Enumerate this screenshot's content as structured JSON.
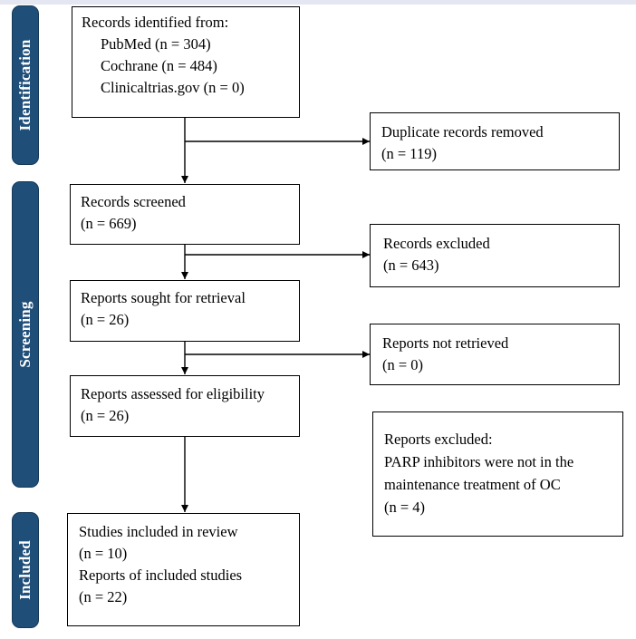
{
  "phases": {
    "identification": "Identification",
    "screening": "Screening",
    "included": "Included"
  },
  "boxes": {
    "identified": {
      "heading": "Records identified from:",
      "lines": [
        "PubMed (n = 304)",
        "Cochrane (n = 484)",
        "Clinicaltrias.gov (n = 0)"
      ]
    },
    "duplicates": {
      "lines": [
        "Duplicate records removed",
        "(n = 119)"
      ]
    },
    "screened": {
      "lines": [
        "Records screened",
        "(n = 669)"
      ]
    },
    "excluded": {
      "lines": [
        "Records excluded",
        "(n = 643)"
      ]
    },
    "sought": {
      "lines": [
        "Reports sought for retrieval",
        "(n = 26)"
      ]
    },
    "not_retrieved": {
      "lines": [
        "Reports not retrieved",
        "(n = 0)"
      ]
    },
    "assessed": {
      "lines": [
        "Reports assessed for eligibility",
        "(n = 26)"
      ]
    },
    "reports_excluded": {
      "lines": [
        "Reports excluded:",
        "PARP inhibitors were not in the",
        "maintenance treatment of OC",
        "(n = 4)"
      ]
    },
    "included": {
      "lines": [
        "Studies included in review",
        "(n = 10)",
        "Reports of included studies",
        "(n = 22)"
      ]
    }
  }
}
